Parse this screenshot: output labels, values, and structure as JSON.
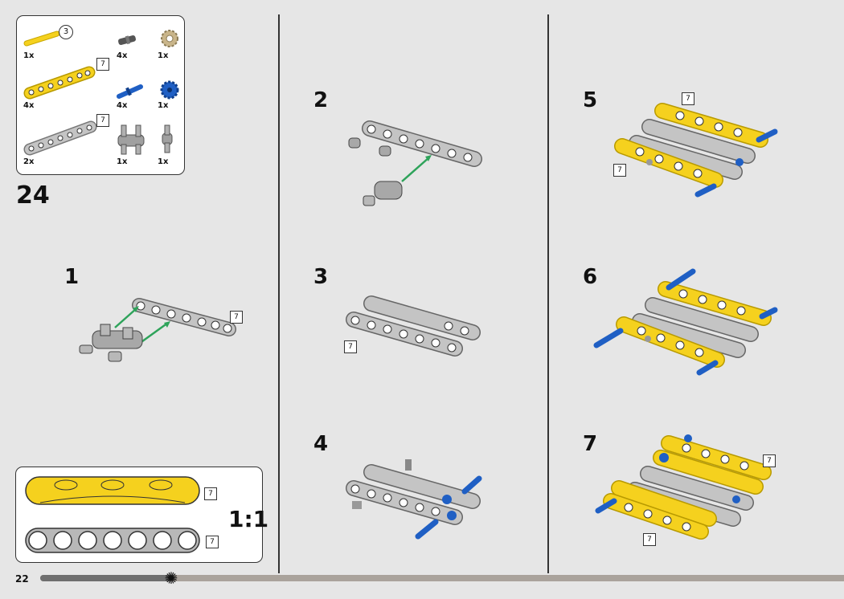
{
  "page": {
    "number": "22",
    "step_main": "24",
    "scale_label": "1:1"
  },
  "parts": {
    "callout": "3",
    "items": [
      {
        "qty": "1x",
        "name": "yellow axle"
      },
      {
        "qty": "4x",
        "name": "dark gray pin"
      },
      {
        "qty": "1x",
        "name": "tan gear"
      },
      {
        "qty": "4x",
        "name": "yellow beam",
        "length": "7"
      },
      {
        "qty": "4x",
        "name": "blue axle pin"
      },
      {
        "qty": "1x",
        "name": "blue gear"
      },
      {
        "qty": "2x",
        "name": "gray beam",
        "length": "7"
      },
      {
        "qty": "1x",
        "name": "gray double connector"
      },
      {
        "qty": "1x",
        "name": "gray connector"
      }
    ]
  },
  "steps": [
    {
      "n": "1",
      "box": "7"
    },
    {
      "n": "2"
    },
    {
      "n": "3",
      "box": "7"
    },
    {
      "n": "4"
    },
    {
      "n": "5",
      "boxes": [
        "7",
        "7"
      ]
    },
    {
      "n": "6"
    },
    {
      "n": "7",
      "boxes": [
        "7",
        "7"
      ]
    }
  ],
  "scale_boxes": [
    "7",
    "7"
  ],
  "colors": {
    "yellow": "#f5d11e",
    "gray": "#a8a8a8",
    "blue": "#1f5fc4",
    "green": "#2ea35a",
    "progress": "#aaa39c"
  }
}
